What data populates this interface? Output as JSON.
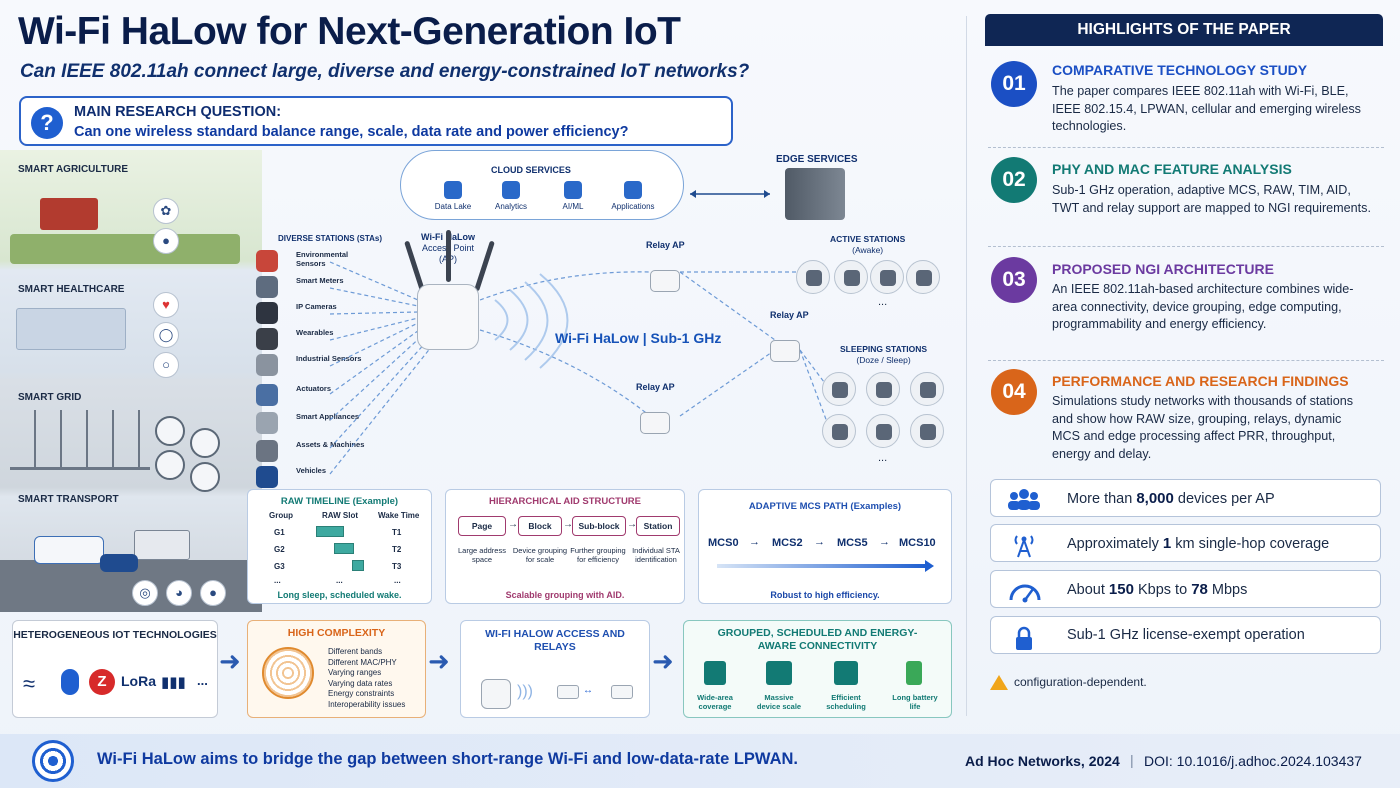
{
  "title": "Wi-Fi HaLow for Next-Generation IoT",
  "subtitle": "Can IEEE 802.11ah connect large, diverse and energy-constrained IoT networks?",
  "question": {
    "heading": "MAIN RESEARCH QUESTION:",
    "text": "Can one wireless standard balance range, scale, data rate and power efficiency?"
  },
  "sectors": [
    "SMART AGRICULTURE",
    "SMART HEALTHCARE",
    "SMART GRID",
    "SMART TRANSPORT"
  ],
  "diverse_stations": {
    "title": "DIVERSE STATIONS (STAs)",
    "items": [
      "Environmental Sensors",
      "Smart Meters",
      "IP Cameras",
      "Wearables",
      "Industrial Sensors",
      "Actuators",
      "Smart Appliances",
      "Assets & Machines",
      "Vehicles"
    ]
  },
  "cloud": {
    "title": "CLOUD SERVICES",
    "items": [
      "Data Lake",
      "Analytics",
      "AI/ML",
      "Applications"
    ]
  },
  "edge_title": "EDGE SERVICES",
  "ap": {
    "title": "Wi-Fi HaLow",
    "subtitle": "Access Point (AP)"
  },
  "halow_label": "Wi-Fi HaLow | Sub-1 GHz",
  "relay_label": "Relay AP",
  "active_stations": {
    "title": "ACTIVE STATIONS",
    "sub": "(Awake)"
  },
  "sleeping_stations": {
    "title": "SLEEPING STATIONS",
    "sub": "(Doze / Sleep)"
  },
  "ellipsis": "...",
  "raw": {
    "title": "RAW TIMELINE (Example)",
    "headers": [
      "Group",
      "RAW Slot",
      "Wake Time"
    ],
    "groups": [
      "G1",
      "G2",
      "G3",
      "..."
    ],
    "wake": [
      "T1",
      "T2",
      "T3",
      "..."
    ],
    "slot_rows": [
      0.0,
      0.35,
      0.72
    ],
    "footer": "Long sleep, scheduled wake."
  },
  "aid": {
    "title": "HIERARCHICAL AID STRUCTURE",
    "levels": [
      "Page",
      "Block",
      "Sub-block",
      "Station"
    ],
    "descs": [
      "Large address space",
      "Device grouping for scale",
      "Further grouping for efficiency",
      "Individual STA identification"
    ],
    "footer": "Scalable grouping with AID."
  },
  "mcs": {
    "title": "ADAPTIVE MCS PATH (Examples)",
    "steps": [
      "MCS0",
      "MCS2",
      "MCS5",
      "MCS10"
    ],
    "footer": "Robust to high efficiency."
  },
  "flow": {
    "hetero_title": "HETEROGENEOUS IOT TECHNOLOGIES",
    "complexity_title": "HIGH COMPLEXITY",
    "complexity_items": [
      "Different bands",
      "Different MAC/PHY",
      "Varying ranges",
      "Varying data rates",
      "Energy constraints",
      "Interoperability issues"
    ],
    "halow_title": "WI-FI HALOW ACCESS AND RELAYS",
    "grouped_title": "GROUPED, SCHEDULED AND ENERGY-AWARE CONNECTIVITY",
    "grouped_items": [
      "Wide-area coverage",
      "Massive device scale",
      "Efficient scheduling",
      "Long battery life"
    ],
    "hetero_logos": [
      "Z",
      "LoRa",
      "..."
    ]
  },
  "highlights": {
    "heading": "HIGHLIGHTS OF THE PAPER",
    "items": [
      {
        "num": "01",
        "title": "COMPARATIVE TECHNOLOGY STUDY",
        "text": "The paper compares IEEE 802.11ah with Wi-Fi, BLE, IEEE 802.15.4, LPWAN, cellular and emerging wireless technologies.",
        "color": "#1b4fc4"
      },
      {
        "num": "02",
        "title": "PHY AND MAC FEATURE ANALYSIS",
        "text": "Sub-1 GHz operation, adaptive MCS, RAW, TIM, AID, TWT and relay support are mapped to NGI requirements.",
        "color": "#127a74"
      },
      {
        "num": "03",
        "title": "PROPOSED NGI ARCHITECTURE",
        "text": "An IEEE 802.11ah-based architecture combines wide-area connectivity, device grouping, edge computing, programmability and energy efficiency.",
        "color": "#6b3aa0"
      },
      {
        "num": "04",
        "title": "PERFORMANCE AND RESEARCH FINDINGS",
        "text": "Simulations study networks with thousands of stations and show how RAW size, grouping, relays, dynamic MCS and edge processing affect PRR, throughput, energy and delay.",
        "color": "#d9651a"
      }
    ]
  },
  "stats": [
    {
      "icon": "people-icon",
      "pre": "More than ",
      "bold": "8,000",
      "post": " devices per AP"
    },
    {
      "icon": "tower-icon",
      "pre": "Approximately ",
      "bold": "1",
      "post": " km single-hop coverage"
    },
    {
      "icon": "gauge-icon",
      "pre": "About ",
      "bold": "150",
      "mid": " Kbps to ",
      "bold2": "78",
      "post": " Mbps"
    },
    {
      "icon": "lock-icon",
      "pre": "Sub-1 GHz license-exempt operation",
      "bold": "",
      "post": ""
    }
  ],
  "note": "configuration-dependent.",
  "footer": {
    "text": "Wi-Fi HaLow aims to bridge the gap between short-range Wi-Fi and low-data-rate LPWAN.",
    "journal": "Ad Hoc Networks, 2024",
    "doi": "DOI: 10.1016/j.adhoc.2024.103437"
  },
  "colors": {
    "accent": "#1f5fd0",
    "navy": "#0f2654",
    "teal": "#3ea9a0",
    "orange": "#e08a2e"
  }
}
